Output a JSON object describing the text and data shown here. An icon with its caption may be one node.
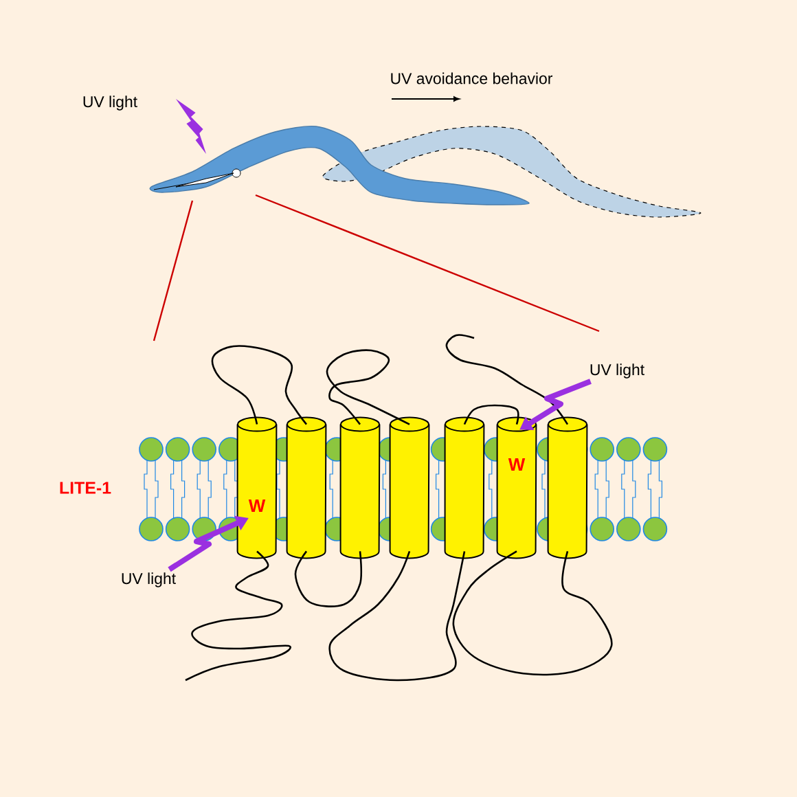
{
  "diagram": {
    "nodes": [
      {
        "text": [
          "W"
        ]
      },
      {
        "text": [],
        "shape": "cylinder"
      },
      {
        "text": [],
        "shape": "cylinder"
      },
      {
        "text": [],
        "shape": "cylinder"
      },
      {
        "text": [],
        "shape": "cylinder"
      },
      {
        "text": [
          "W"
        ]
      },
      {
        "text": [],
        "shape": "cylinder"
      },
      {
        "text": [
          "UV light"
        ]
      },
      {
        "text": [
          "UV light"
        ]
      }
    ],
    "edges": [
      {
        "from": 0,
        "to": 1,
        "arrow": "none"
      },
      {
        "from": 1,
        "to": 2,
        "arrow": "none"
      },
      {
        "from": 2,
        "to": 3,
        "arrow": "none"
      },
      {
        "from": 3,
        "to": 4,
        "arrow": "none"
      },
      {
        "from": 4,
        "to": 5,
        "arrow": "none"
      },
      {
        "from": 5,
        "to": 6,
        "arrow": "none"
      },
      {
        "from": 6,
        "to": null,
        "arrow": "none"
      },
      {
        "from": 0,
        "to": null,
        "arrow": "none"
      },
      {
        "from": 7,
        "to": 5,
        "arrow": "to",
        "style": "thick",
        "color": "#9a30e0"
      },
      {
        "from": 8,
        "to": 0,
        "arrow": "to",
        "style": "thick",
        "color": "#9a30e0"
      }
    ],
    "labels": [
      "UV avoidance behavior",
      "UV light",
      "LITE-1"
    ]
  }
}
